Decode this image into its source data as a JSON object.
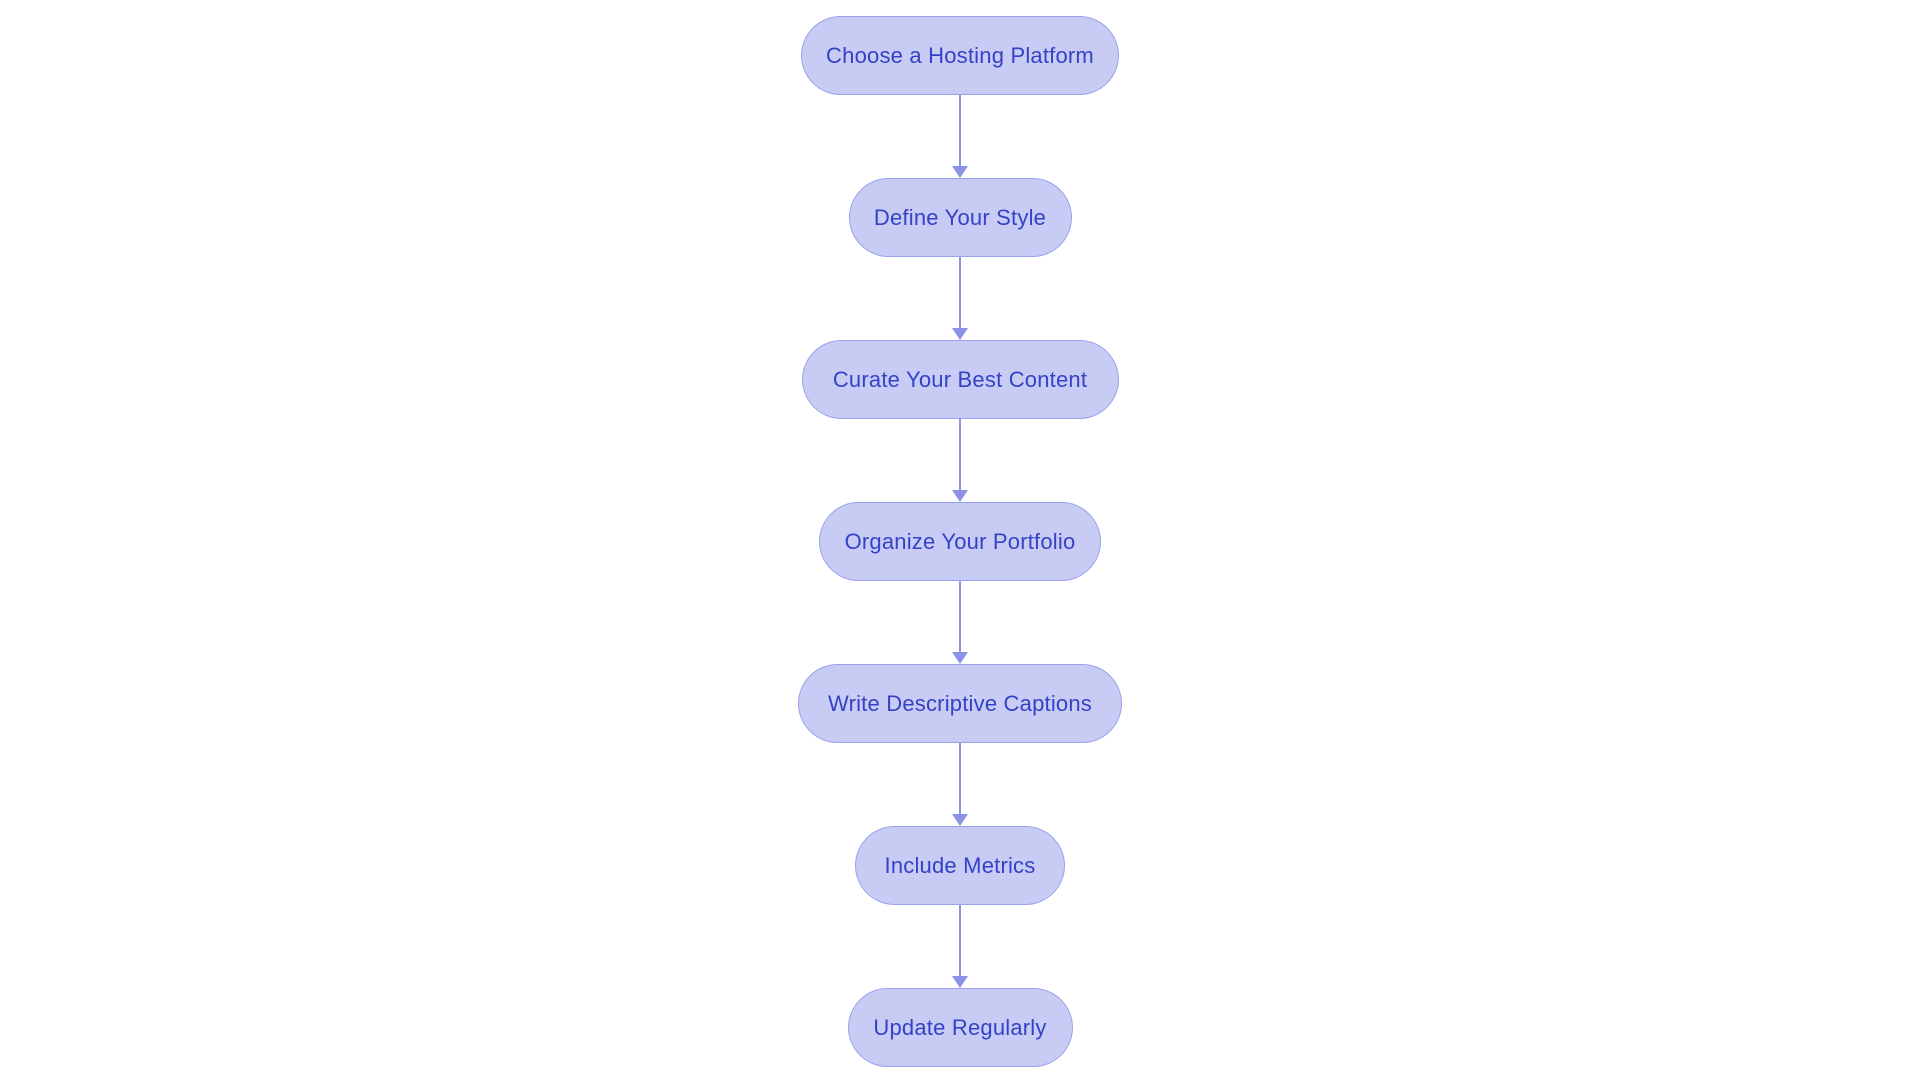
{
  "flowchart": {
    "title": "",
    "nodes": [
      {
        "id": "choose-hosting-platform",
        "label": "Choose a Hosting Platform"
      },
      {
        "id": "define-your-style",
        "label": "Define Your Style"
      },
      {
        "id": "curate-best-content",
        "label": "Curate Your Best Content"
      },
      {
        "id": "organize-portfolio",
        "label": "Organize Your Portfolio"
      },
      {
        "id": "write-descriptive-captions",
        "label": "Write Descriptive Captions"
      },
      {
        "id": "include-metrics",
        "label": "Include Metrics"
      },
      {
        "id": "update-regularly",
        "label": "Update Regularly"
      }
    ],
    "edges": [
      {
        "from": "choose-hosting-platform",
        "to": "define-your-style"
      },
      {
        "from": "define-your-style",
        "to": "curate-best-content"
      },
      {
        "from": "curate-best-content",
        "to": "organize-portfolio"
      },
      {
        "from": "organize-portfolio",
        "to": "write-descriptive-captions"
      },
      {
        "from": "write-descriptive-captions",
        "to": "include-metrics"
      },
      {
        "from": "include-metrics",
        "to": "update-regularly"
      }
    ],
    "colors": {
      "node_fill": "#c8ccf5",
      "node_border": "#9aa2ec",
      "node_text": "#3542c6",
      "arrow": "#8b93e9",
      "background": "#ffffff"
    }
  }
}
